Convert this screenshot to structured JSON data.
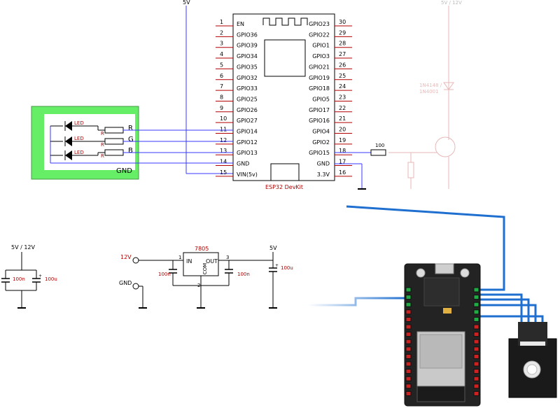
{
  "esp32": {
    "title": "ESP32 DevKit",
    "left_pins": [
      {
        "num": "1",
        "name": "EN"
      },
      {
        "num": "2",
        "name": "GPIO36"
      },
      {
        "num": "3",
        "name": "GPIO39"
      },
      {
        "num": "4",
        "name": "GPIO34"
      },
      {
        "num": "5",
        "name": "GPIO35"
      },
      {
        "num": "6",
        "name": "GPIO32"
      },
      {
        "num": "7",
        "name": "GPIO33"
      },
      {
        "num": "8",
        "name": "GPIO25"
      },
      {
        "num": "9",
        "name": "GPIO26"
      },
      {
        "num": "10",
        "name": "GPIO27"
      },
      {
        "num": "11",
        "name": "GPIO14"
      },
      {
        "num": "12",
        "name": "GPIO12"
      },
      {
        "num": "13",
        "name": "GPIO13"
      },
      {
        "num": "14",
        "name": "GND"
      },
      {
        "num": "15",
        "name": "VIN(5v)"
      }
    ],
    "right_pins": [
      {
        "num": "30",
        "name": "GPIO23"
      },
      {
        "num": "29",
        "name": "GPIO22"
      },
      {
        "num": "28",
        "name": "GPIO1"
      },
      {
        "num": "27",
        "name": "GPIO3"
      },
      {
        "num": "26",
        "name": "GPIO21"
      },
      {
        "num": "25",
        "name": "GPIO19"
      },
      {
        "num": "24",
        "name": "GPIO18"
      },
      {
        "num": "23",
        "name": "GPIO5"
      },
      {
        "num": "22",
        "name": "GPIO17"
      },
      {
        "num": "21",
        "name": "GPIO16"
      },
      {
        "num": "20",
        "name": "GPIO4"
      },
      {
        "num": "19",
        "name": "GPIO2"
      },
      {
        "num": "18",
        "name": "GPIO15"
      },
      {
        "num": "17",
        "name": "GND"
      },
      {
        "num": "16",
        "name": "3.3V"
      }
    ]
  },
  "led_module": {
    "led_label": "LED",
    "resistor_label": "R",
    "channels": [
      "R",
      "G",
      "B"
    ],
    "gnd_label": "GND"
  },
  "supply": {
    "top_5v": "5V",
    "top_right": "5V / 12V",
    "resistor_100": "100",
    "diode_label_1": "1N4148 /",
    "diode_label_2": "1N4001"
  },
  "input_filter": {
    "title": "5V / 12V",
    "cap_small": "100n",
    "cap_big": "100u"
  },
  "regulator": {
    "part": "7805",
    "in_label": "IN",
    "out_label": "OUT",
    "com_label": "COM",
    "pin1": "1",
    "pin2": "2",
    "pin3": "3",
    "input_12v": "12V",
    "input_gnd": "GND",
    "cap_in": "100n",
    "cap_out": "100n",
    "output_5v": "5V",
    "cap_out_big": "100u"
  },
  "colors": {
    "wire": "#3a3aff",
    "component_red": "#b00000",
    "module_green": "#66ee66",
    "board_dark": "#232323",
    "photo_wire": "#1e6fd0"
  }
}
